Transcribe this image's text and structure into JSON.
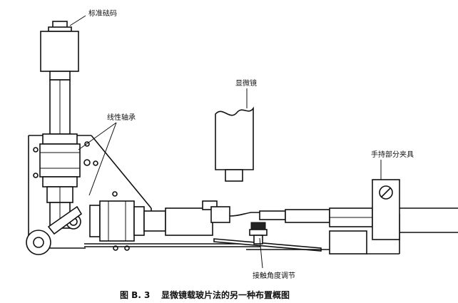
{
  "labels": {
    "standard_weight": "标准砝码",
    "linear_bearing": "线性轴承",
    "microscope": "显微镜",
    "handheld_clamp": "手持部分夹具",
    "contact_angle_adjust": "接触角度调节"
  },
  "caption": {
    "figure_number": "图 B. 3",
    "title": "显微镜载玻片法的另一种布置概图"
  }
}
